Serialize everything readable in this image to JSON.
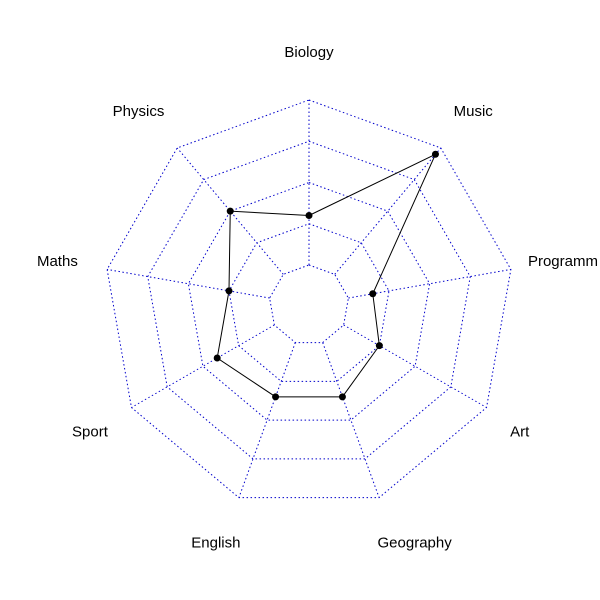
{
  "chart_data": {
    "type": "radar",
    "categories": [
      "Biology",
      "Music",
      "Programm",
      "Art",
      "Geography",
      "English",
      "Sport",
      "Maths",
      "Physics"
    ],
    "values": [
      3.0,
      9.5,
      1.5,
      2.5,
      3.5,
      3.5,
      4.0,
      2.5,
      5.0
    ],
    "rlim": [
      0,
      10
    ],
    "rings": [
      1,
      2,
      3,
      4,
      5
    ],
    "grid": true,
    "series_color": "#000000",
    "grid_color": "#0000cc"
  }
}
